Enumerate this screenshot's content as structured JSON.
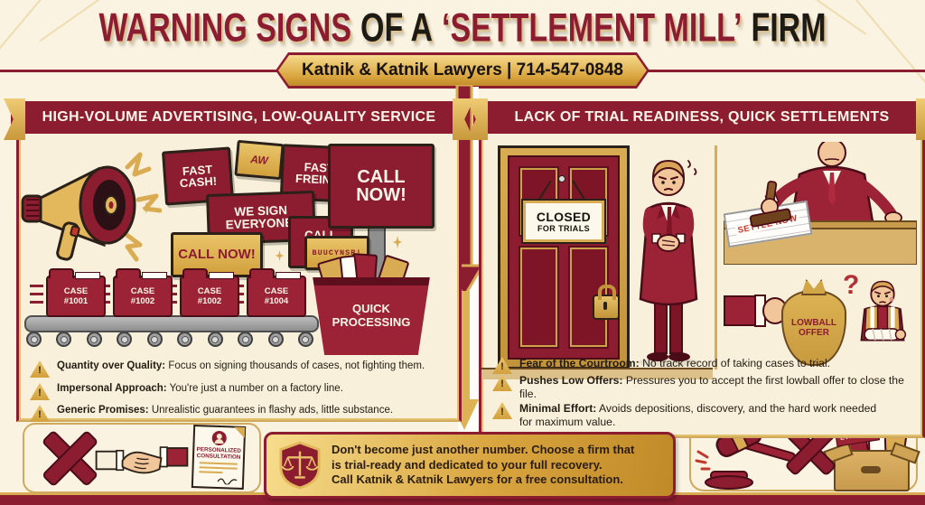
{
  "colors": {
    "maroon": "#8C1C30",
    "gold": "#D9AB52",
    "cream": "#FAF3E2",
    "panel_bg": "#F8F0DA",
    "ink": "#241C12"
  },
  "header": {
    "title_part1": "WARNING SIGNS",
    "title_part2": "OF A",
    "title_part3": "‘SETTLEMENT MILL’",
    "title_part4": "FIRM",
    "badge": "Katnik & Katnik Lawyers | 714-547-0848"
  },
  "left_panel": {
    "header": "HIGH-VOLUME ADVERTISING, LOW-QUALITY SERVICE",
    "signs": {
      "fast_cash": "FAST CASH!",
      "logo": "AW",
      "fast_freint": "FAST FREINT!",
      "we_sign": "WE SIGN EVERYONE!",
      "call_now_1": "CALL NOW!",
      "call_now_2": "CALL NOW!",
      "call_now_big": "CALL NOW!",
      "digital": "BUUCYNSR!"
    },
    "folders": [
      {
        "line1": "CASE",
        "line2": "#1001"
      },
      {
        "line1": "CASE",
        "line2": "#1002"
      },
      {
        "line1": "CASE",
        "line2": "#1002"
      },
      {
        "line1": "CASE",
        "line2": "#1004"
      }
    ],
    "bin_line1": "QUICK",
    "bin_line2": "PROCESSING",
    "bullets": [
      {
        "lead": "Quantity over Quality:",
        "text": " Focus on signing thousands of cases, not fighting them."
      },
      {
        "lead": "Impersonal Approach:",
        "text": " You're just a number on a factory line."
      },
      {
        "lead": "Generic Promises:",
        "text": " Unrealistic guarantees in flashy ads, little substance."
      }
    ]
  },
  "right_panel": {
    "header": "LACK OF TRIAL READINESS, QUICK SETTLEMENTS",
    "door_sign_line1": "CLOSED",
    "door_sign_line2": "FOR TRIALS",
    "stamp_text": "SETTLE NOW",
    "bag_line1": "LOWBALL",
    "bag_line2": "OFFER",
    "question_mark": "?",
    "bullets": [
      {
        "lead": "Fear of the Courtroom:",
        "text": " No track record of taking cases to trial."
      },
      {
        "lead": "Pushes Low Offers:",
        "text": " Pressures you to accept the first lowball offer to close the file."
      },
      {
        "lead": "Minimal Effort:",
        "text": " Avoids depositions, discovery, and the hard work needed for maximum value."
      }
    ]
  },
  "bottom": {
    "consult_line1": "PERSONALIZED",
    "consult_line2": "CONSULTATION",
    "banner_line1": "Don't become just another number. Choose a firm that",
    "banner_line2": "is trial-ready and dedicated to your full recovery.",
    "banner_line3": "Call Katnik & Katnik Lawyers for a free consultation.",
    "evidence_label": "EVIDENCE"
  },
  "icons": {
    "warning_mark": "!"
  }
}
